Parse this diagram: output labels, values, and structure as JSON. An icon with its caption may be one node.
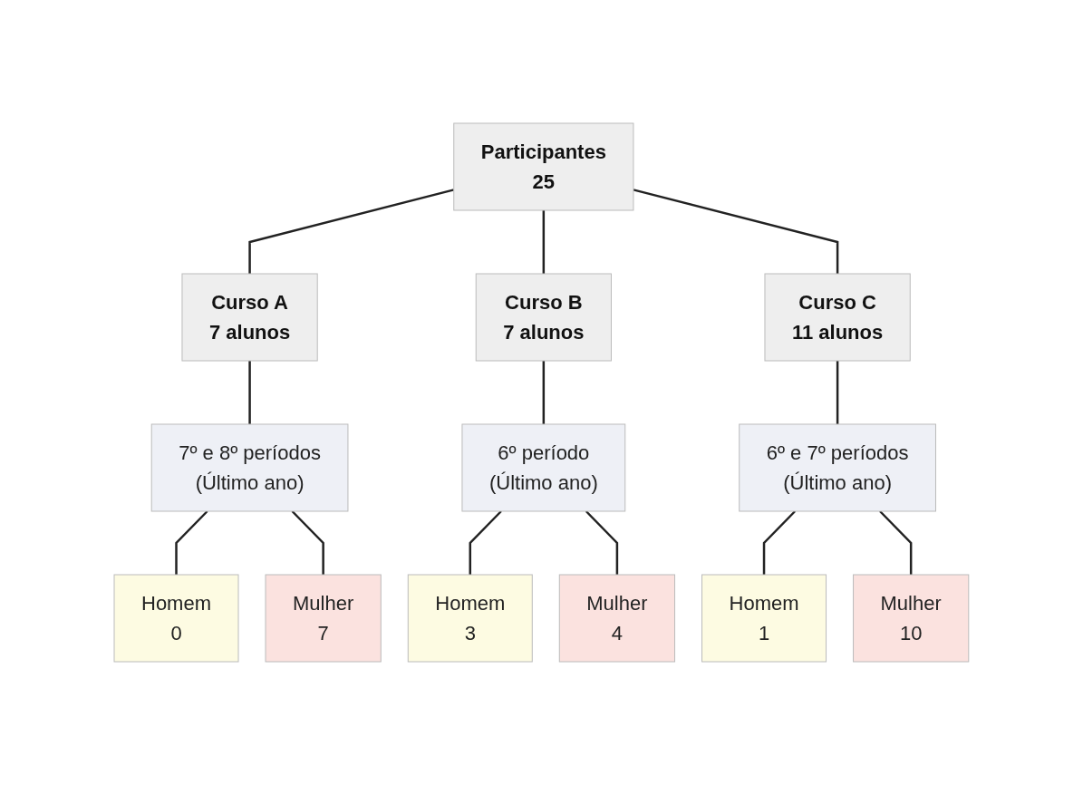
{
  "diagram": {
    "nodes": [
      {
        "text": [
          "Participantes",
          "25"
        ]
      },
      {
        "text": [
          "Curso A",
          "7 alunos"
        ]
      },
      {
        "text": [
          "Curso B",
          "7 alunos"
        ]
      },
      {
        "text": [
          "Curso C",
          "11 alunos"
        ]
      },
      {
        "text": [
          "7º e 8º períodos",
          "(Último ano)"
        ]
      },
      {
        "text": [
          "6º período",
          "(Último ano)"
        ]
      },
      {
        "text": [
          "6º e 7º períodos",
          "(Último ano)"
        ]
      },
      {
        "text": [
          "Homem",
          "0"
        ]
      },
      {
        "text": [
          "Mulher",
          "7"
        ]
      },
      {
        "text": [
          "Homem",
          "3"
        ]
      },
      {
        "text": [
          "Mulher",
          "4"
        ]
      },
      {
        "text": [
          "Homem",
          "1"
        ]
      },
      {
        "text": [
          "Mulher",
          "10"
        ]
      }
    ],
    "edges": [
      {
        "from": 0,
        "to": 1,
        "arrow": "none"
      },
      {
        "from": 0,
        "to": 2,
        "arrow": "none"
      },
      {
        "from": 0,
        "to": 3,
        "arrow": "none"
      },
      {
        "from": 1,
        "to": 4,
        "arrow": "none"
      },
      {
        "from": 2,
        "to": 5,
        "arrow": "none"
      },
      {
        "from": 3,
        "to": 6,
        "arrow": "none"
      },
      {
        "from": 4,
        "to": 7,
        "arrow": "none"
      },
      {
        "from": 4,
        "to": 8,
        "arrow": "none"
      },
      {
        "from": 5,
        "to": 9,
        "arrow": "none"
      },
      {
        "from": 5,
        "to": 10,
        "arrow": "none"
      },
      {
        "from": 6,
        "to": 11,
        "arrow": "none"
      },
      {
        "from": 6,
        "to": 12,
        "arrow": "none"
      }
    ]
  }
}
